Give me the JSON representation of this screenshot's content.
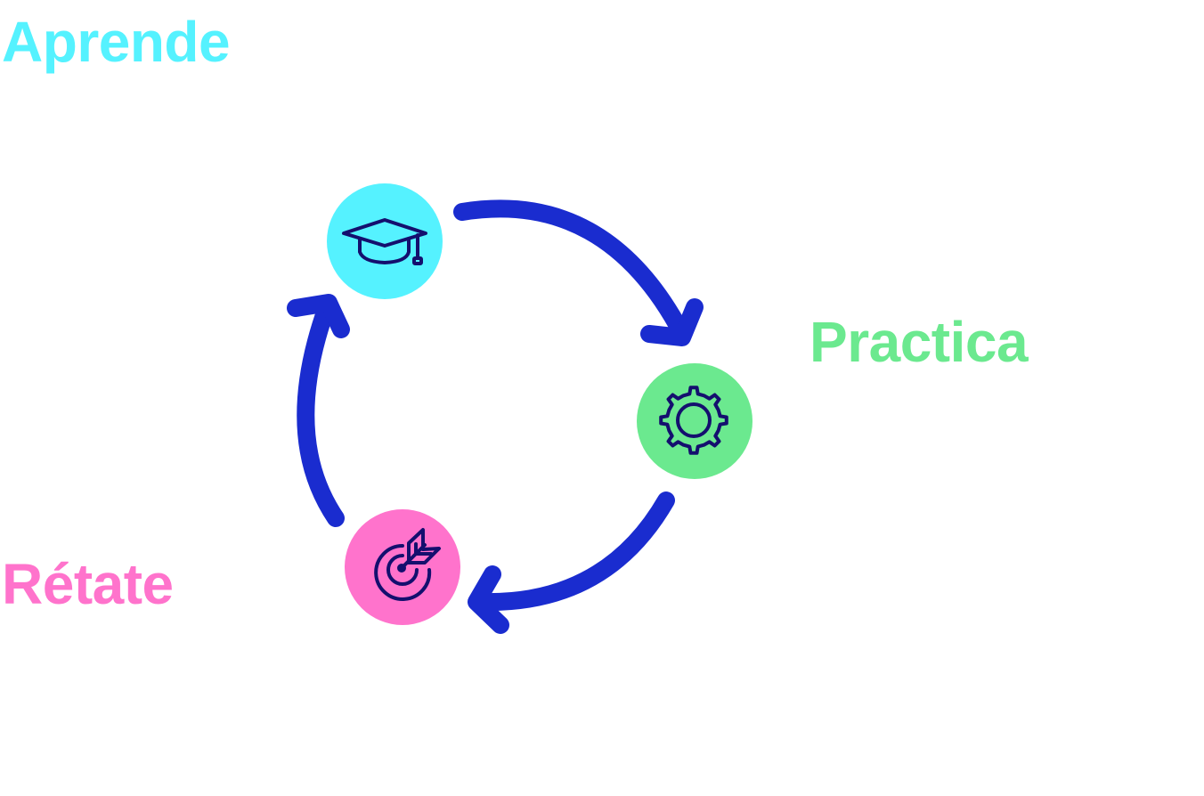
{
  "steps": [
    {
      "label": "Aprende",
      "color": "#55f2ff",
      "icon": "graduation-cap-icon"
    },
    {
      "label": "Practica",
      "color": "#6be98f",
      "icon": "gear-icon"
    },
    {
      "label": "Rétate",
      "color": "#ff73cc",
      "icon": "target-arrow-icon"
    }
  ],
  "colors": {
    "arrow": "#1a2ccf",
    "icon_stroke": "#140f6e",
    "background": "#ffffff"
  }
}
